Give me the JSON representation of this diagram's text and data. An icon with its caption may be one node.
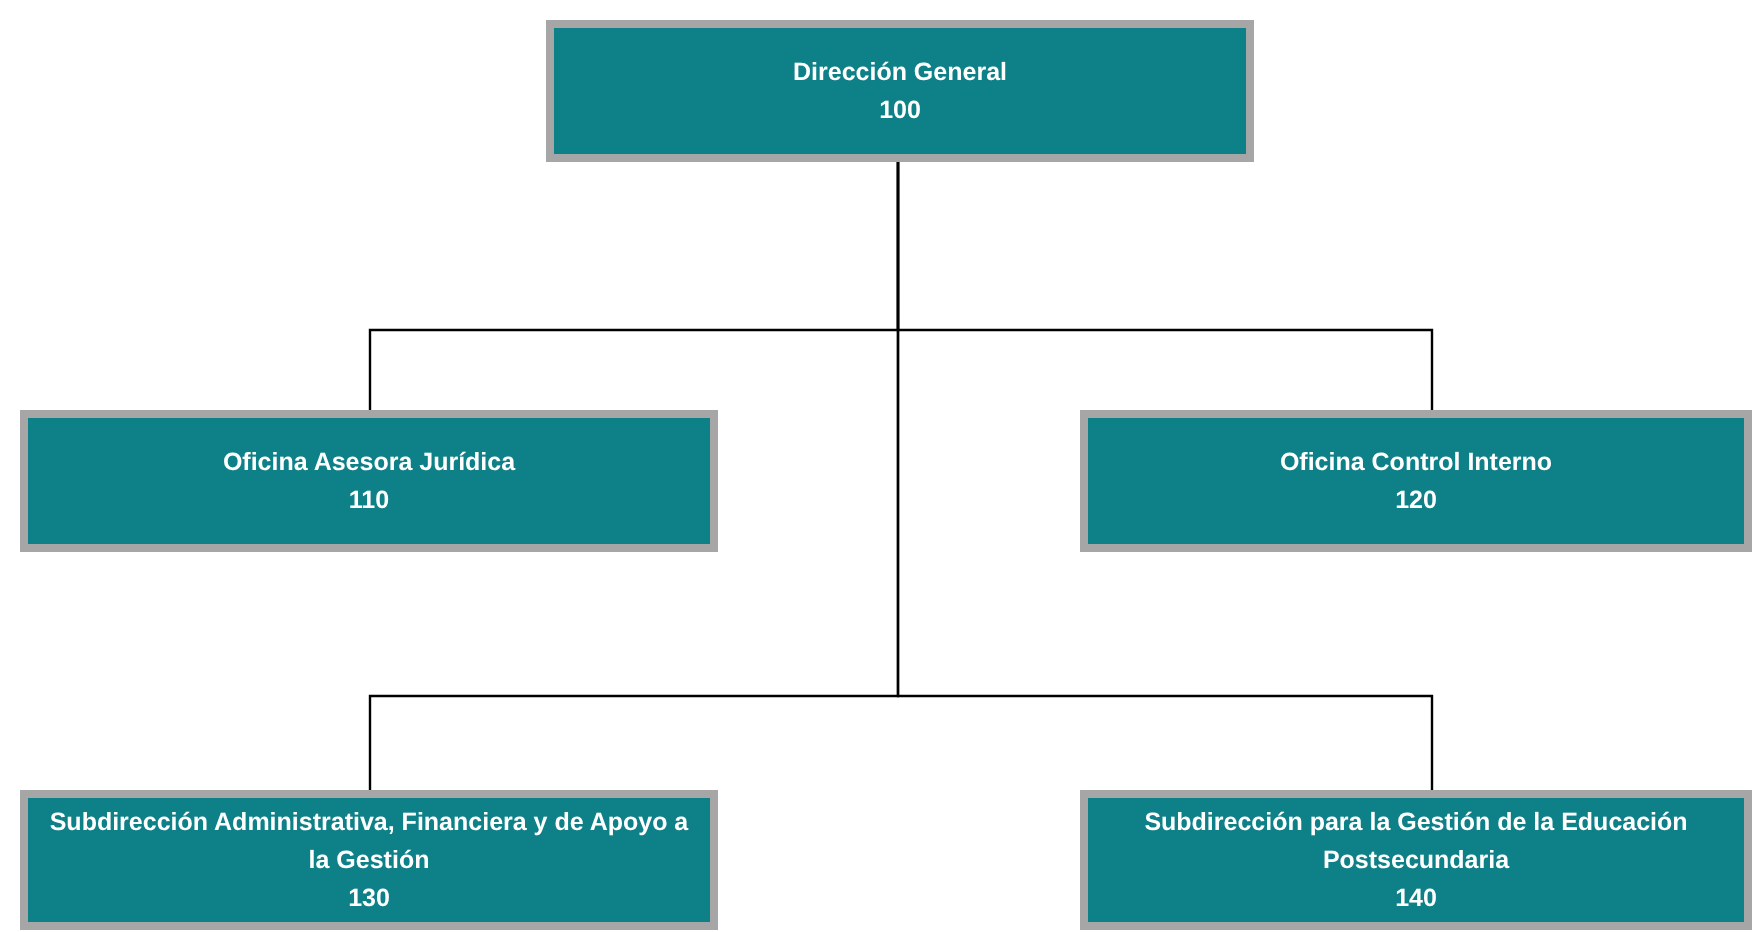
{
  "diagram": {
    "nodes": [
      {
        "text": [
          "Dirección General",
          "100"
        ]
      },
      {
        "text": [
          "Oficina Asesora Jurídica",
          "110"
        ]
      },
      {
        "text": [
          "Oficina Control Interno",
          "120"
        ]
      },
      {
        "text": [
          "Subdirección Administrativa, Financiera y de Apoyo a la Gestión",
          "130"
        ]
      },
      {
        "text": [
          "Subdirección para la Gestión de la Educación Postsecundaria",
          "140"
        ]
      }
    ],
    "edges": [
      {
        "from": 0,
        "to": 1,
        "arrow": "none"
      },
      {
        "from": 0,
        "to": 2,
        "arrow": "none"
      },
      {
        "from": 0,
        "to": 3,
        "arrow": "none"
      },
      {
        "from": 0,
        "to": 4,
        "arrow": "none"
      }
    ]
  }
}
